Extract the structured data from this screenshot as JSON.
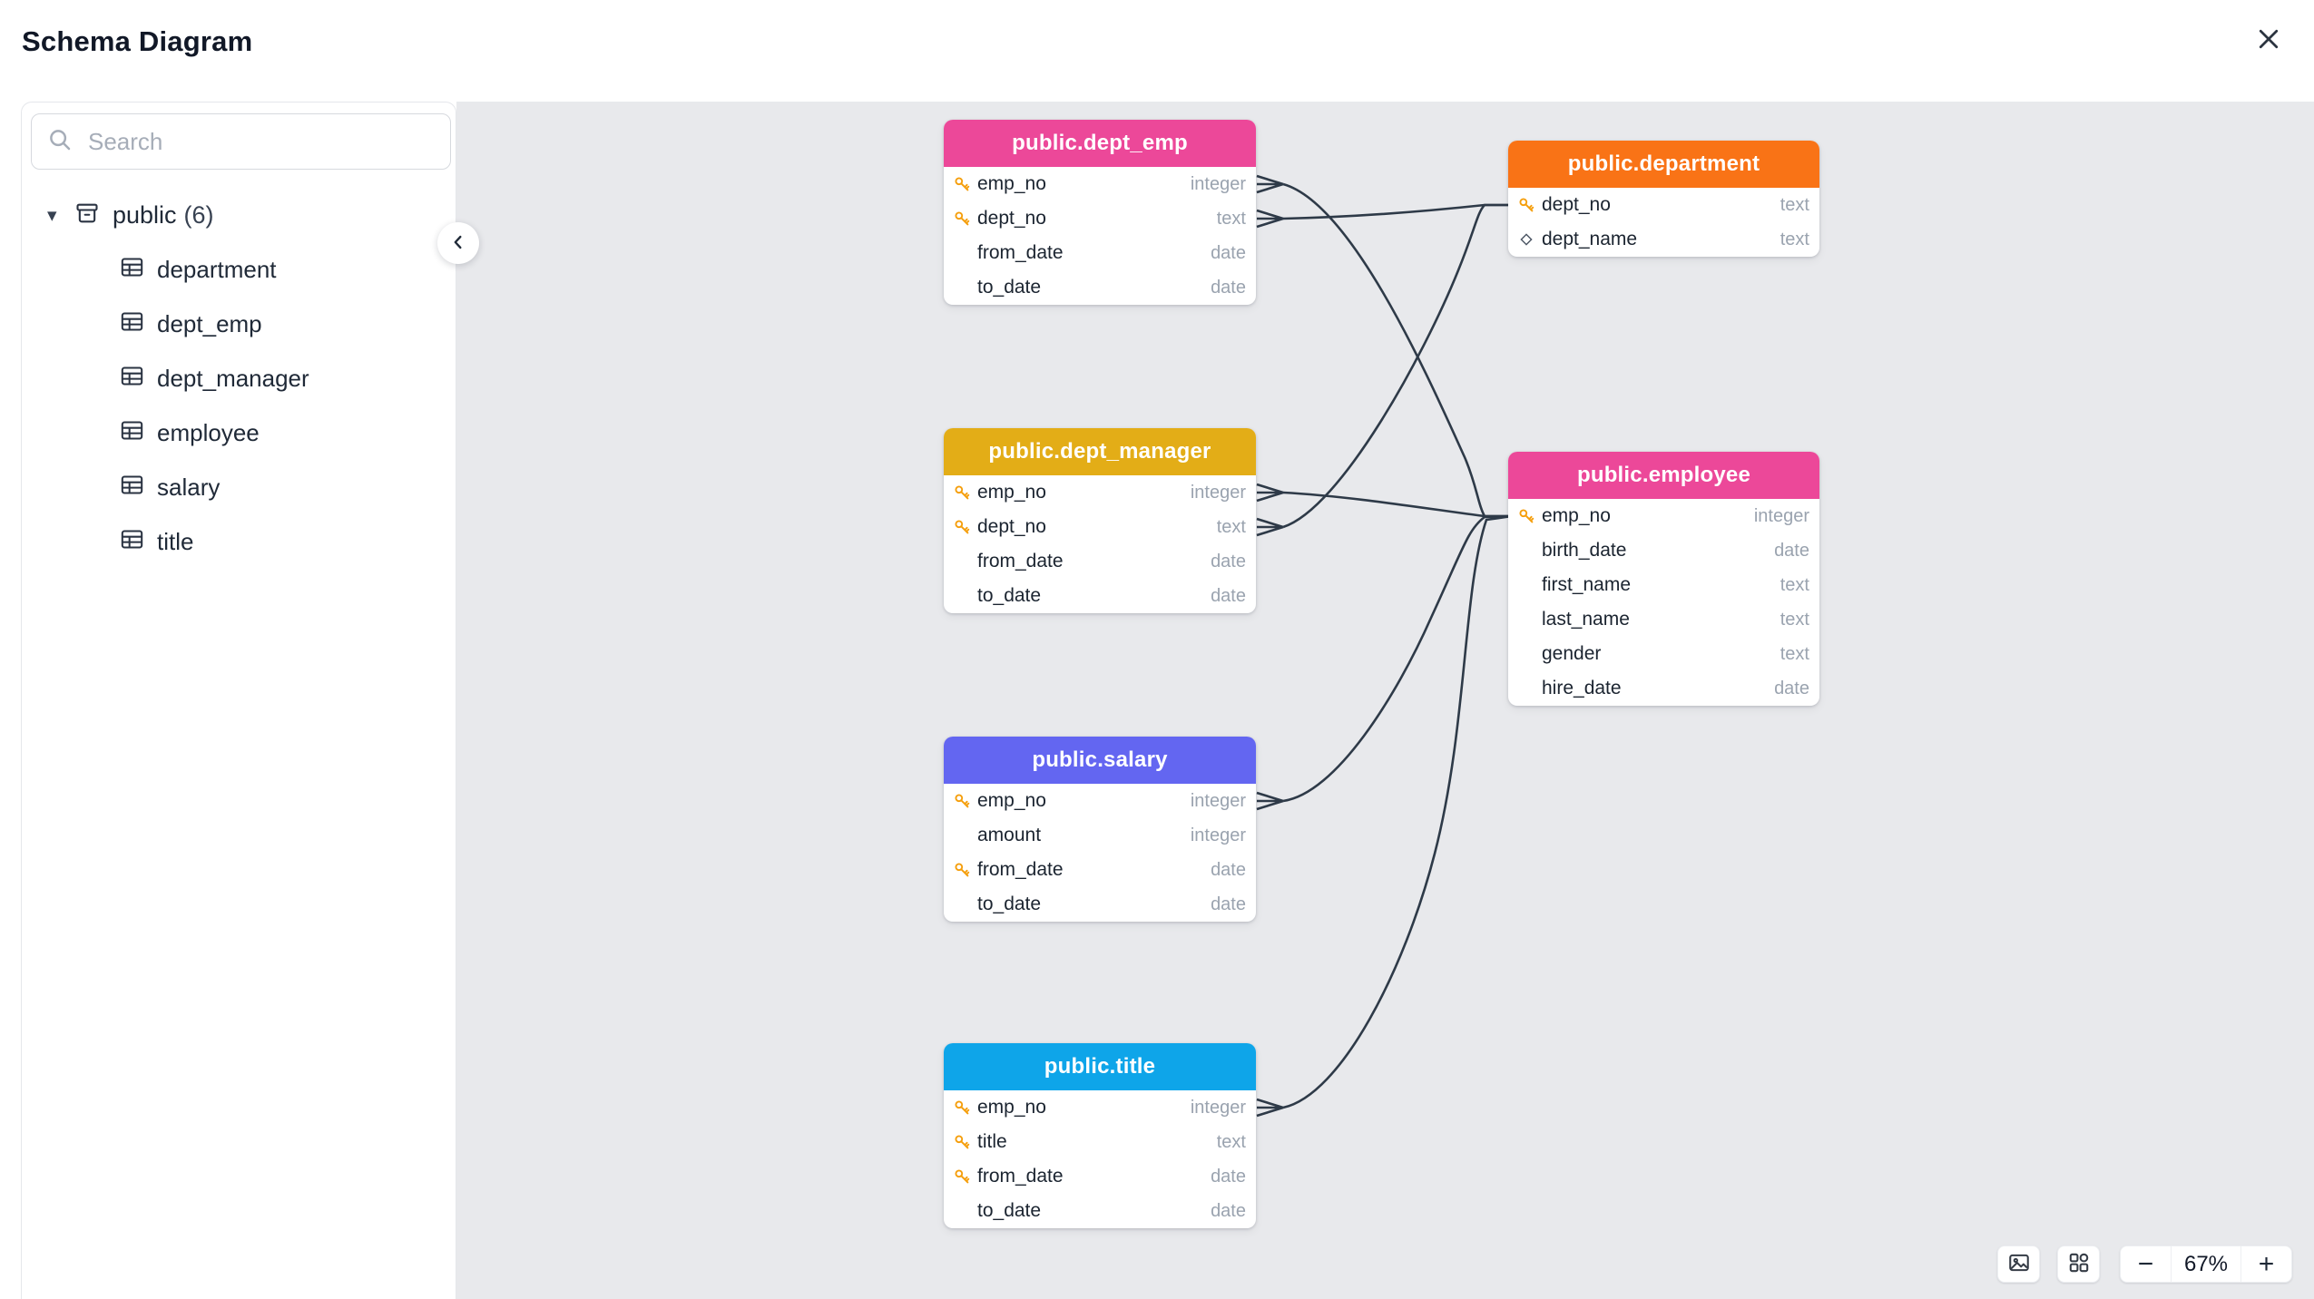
{
  "header": {
    "title": "Schema Diagram"
  },
  "sidebar": {
    "search": {
      "placeholder": "Search"
    },
    "schema": {
      "label": "public",
      "count": "(6)"
    },
    "tables": [
      "department",
      "dept_emp",
      "dept_manager",
      "employee",
      "salary",
      "title"
    ]
  },
  "canvas": {
    "tables": [
      {
        "title": "public.dept_emp",
        "header_color": "#ec4899",
        "columns": [
          {
            "name": "emp_no",
            "type": "integer",
            "key": true
          },
          {
            "name": "dept_no",
            "type": "text",
            "key": true
          },
          {
            "name": "from_date",
            "type": "date"
          },
          {
            "name": "to_date",
            "type": "date"
          }
        ]
      },
      {
        "title": "public.department",
        "header_color": "#f97316",
        "columns": [
          {
            "name": "dept_no",
            "type": "text",
            "key": true
          },
          {
            "name": "dept_name",
            "type": "text",
            "unique": true
          }
        ]
      },
      {
        "title": "public.dept_manager",
        "header_color": "#e3ad17",
        "columns": [
          {
            "name": "emp_no",
            "type": "integer",
            "key": true
          },
          {
            "name": "dept_no",
            "type": "text",
            "key": true
          },
          {
            "name": "from_date",
            "type": "date"
          },
          {
            "name": "to_date",
            "type": "date"
          }
        ]
      },
      {
        "title": "public.employee",
        "header_color": "#ec4899",
        "columns": [
          {
            "name": "emp_no",
            "type": "integer",
            "key": true
          },
          {
            "name": "birth_date",
            "type": "date"
          },
          {
            "name": "first_name",
            "type": "text"
          },
          {
            "name": "last_name",
            "type": "text"
          },
          {
            "name": "gender",
            "type": "text"
          },
          {
            "name": "hire_date",
            "type": "date"
          }
        ]
      },
      {
        "title": "public.salary",
        "header_color": "#6366f1",
        "columns": [
          {
            "name": "emp_no",
            "type": "integer",
            "key": true
          },
          {
            "name": "amount",
            "type": "integer"
          },
          {
            "name": "from_date",
            "type": "date",
            "key": true
          },
          {
            "name": "to_date",
            "type": "date"
          }
        ]
      },
      {
        "title": "public.title",
        "header_color": "#0ea5e9",
        "columns": [
          {
            "name": "emp_no",
            "type": "integer",
            "key": true
          },
          {
            "name": "title",
            "type": "text",
            "key": true
          },
          {
            "name": "from_date",
            "type": "date",
            "key": true
          },
          {
            "name": "to_date",
            "type": "date"
          }
        ]
      }
    ],
    "relationships": [
      {
        "from": "dept_emp.emp_no",
        "to": "employee.emp_no"
      },
      {
        "from": "dept_emp.dept_no",
        "to": "department.dept_no"
      },
      {
        "from": "dept_manager.emp_no",
        "to": "employee.emp_no"
      },
      {
        "from": "dept_manager.dept_no",
        "to": "department.dept_no"
      },
      {
        "from": "salary.emp_no",
        "to": "employee.emp_no"
      },
      {
        "from": "title.emp_no",
        "to": "employee.emp_no"
      }
    ]
  },
  "controls": {
    "minus": "−",
    "zoom_level": "67%",
    "plus": "+"
  },
  "colors": {
    "canvas_bg": "#e8e9ec",
    "panel_bg": "#ffffff",
    "border": "#e5e7eb",
    "connector": "#2e3a48",
    "key_icon": "#f59e0b"
  }
}
